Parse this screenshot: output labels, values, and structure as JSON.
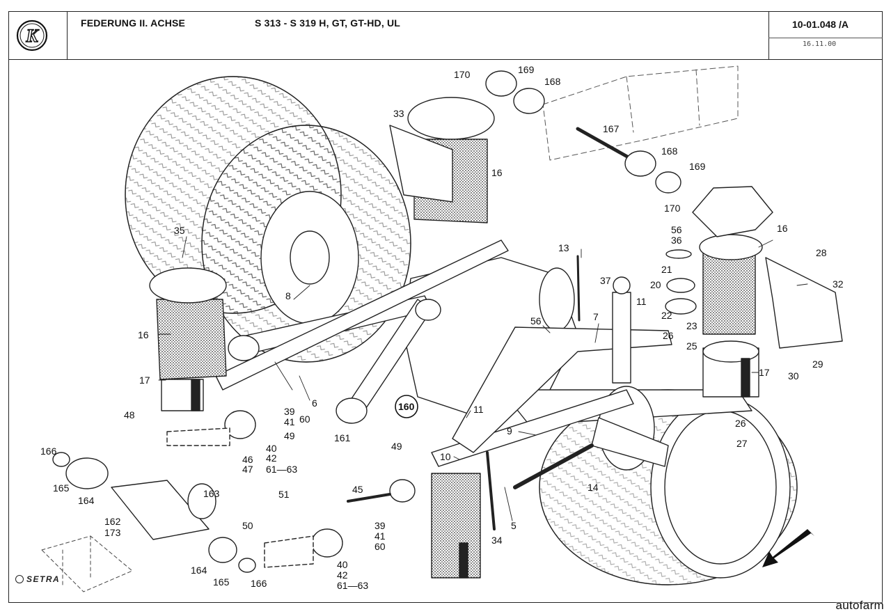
{
  "header": {
    "title": "FEDERUNG II. ACHSE",
    "models": "S 313 - S 319 H, GT, GT-HD, UL",
    "doc_id": "10-01.048 /A",
    "date": "16.11.00",
    "logo_letter": "K"
  },
  "footer": {
    "brand": "SETRA",
    "watermark": "autofarm"
  },
  "parts": [
    {
      "label": "170"
    },
    {
      "label": "169"
    },
    {
      "label": "168"
    },
    {
      "label": "33"
    },
    {
      "label": "167"
    },
    {
      "label": "16"
    },
    {
      "label": "168"
    },
    {
      "label": "169"
    },
    {
      "label": "170"
    },
    {
      "label": "56"
    },
    {
      "label": "36"
    },
    {
      "label": "16"
    },
    {
      "label": "35"
    },
    {
      "label": "13"
    },
    {
      "label": "28"
    },
    {
      "label": "21"
    },
    {
      "label": "37"
    },
    {
      "label": "20"
    },
    {
      "label": "32"
    },
    {
      "label": "8"
    },
    {
      "label": "11"
    },
    {
      "label": "22"
    },
    {
      "label": "23"
    },
    {
      "label": "56"
    },
    {
      "label": "7"
    },
    {
      "label": "26"
    },
    {
      "label": "25"
    },
    {
      "label": "16"
    },
    {
      "label": "17"
    },
    {
      "label": "29"
    },
    {
      "label": "30"
    },
    {
      "label": "17"
    },
    {
      "label": "39"
    },
    {
      "label": "6"
    },
    {
      "label": "41"
    },
    {
      "label": "60"
    },
    {
      "label": "160"
    },
    {
      "label": "11"
    },
    {
      "label": "48"
    },
    {
      "label": "49"
    },
    {
      "label": "26"
    },
    {
      "label": "161"
    },
    {
      "label": "9"
    },
    {
      "label": "27"
    },
    {
      "label": "40"
    },
    {
      "label": "42"
    },
    {
      "label": "166"
    },
    {
      "label": "46"
    },
    {
      "label": "47"
    },
    {
      "label": "61—63"
    },
    {
      "label": "49"
    },
    {
      "label": "10"
    },
    {
      "label": "165"
    },
    {
      "label": "14"
    },
    {
      "label": "164"
    },
    {
      "label": "163"
    },
    {
      "label": "45"
    },
    {
      "label": "51"
    },
    {
      "label": "162"
    },
    {
      "label": "173"
    },
    {
      "label": "50"
    },
    {
      "label": "39"
    },
    {
      "label": "41"
    },
    {
      "label": "60"
    },
    {
      "label": "34"
    },
    {
      "label": "5"
    },
    {
      "label": "164"
    },
    {
      "label": "165"
    },
    {
      "label": "166"
    },
    {
      "label": "40"
    },
    {
      "label": "42"
    },
    {
      "label": "61—63"
    }
  ]
}
